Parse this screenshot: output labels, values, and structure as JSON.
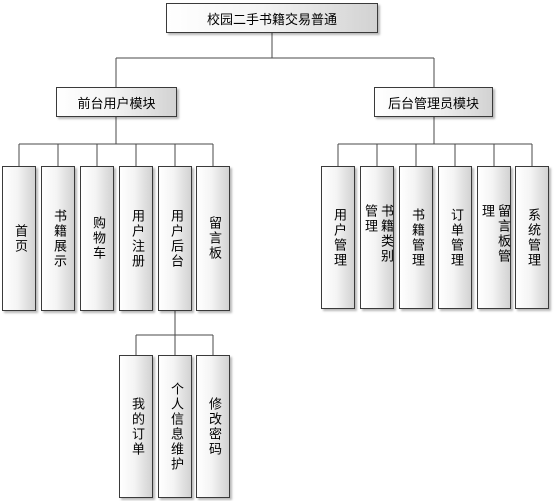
{
  "root": {
    "label": "校园二手书籍交易普通"
  },
  "frontend": {
    "label": "前台用户模块",
    "children": [
      {
        "label": "首页"
      },
      {
        "label": "书籍展示"
      },
      {
        "label": "购物车"
      },
      {
        "label": "用户注册"
      },
      {
        "label": "用户后台",
        "children": [
          {
            "label": "我的订单"
          },
          {
            "label": "个人信息维护"
          },
          {
            "label": "修改密码"
          }
        ]
      },
      {
        "label": "留言板"
      }
    ]
  },
  "backend": {
    "label": "后台管理员模块",
    "children": [
      {
        "label": "用户管理"
      },
      {
        "label": "书籍类别管理"
      },
      {
        "label": "书籍管理"
      },
      {
        "label": "订单管理"
      },
      {
        "label": "留言板管理"
      },
      {
        "label": "系统管理"
      }
    ]
  }
}
